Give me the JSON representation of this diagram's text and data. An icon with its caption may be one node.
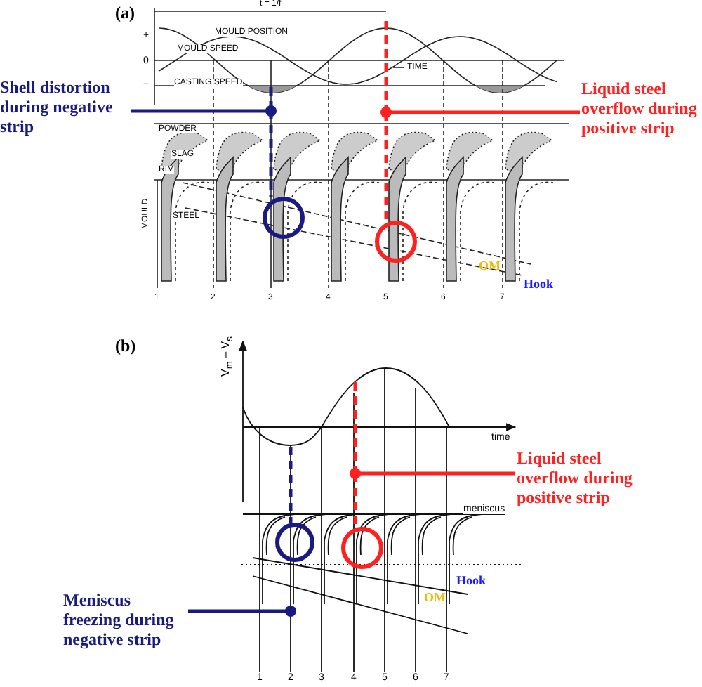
{
  "diagram": {
    "nodes": [
      {
        "text": [
          "Shell distortion during negative strip"
        ]
      },
      {
        "text": [],
        "shape": "circle"
      },
      {
        "text": [
          "Liquid steel overflow during positive strip"
        ]
      },
      {
        "text": [],
        "shape": "circle"
      },
      {
        "text": [
          "Liquid steel overflow during positive strip"
        ]
      },
      {
        "text": [],
        "shape": "circle"
      },
      {
        "text": [
          "Meniscus freezing during negative strip"
        ]
      },
      {
        "text": [],
        "shape": "circle"
      }
    ],
    "edges": [
      {
        "from": 0,
        "to": 1,
        "arrow": "none",
        "style": "dashed",
        "color": "#1a1a80"
      },
      {
        "from": 2,
        "to": 3,
        "arrow": "none",
        "style": "dashed",
        "color": "#ff2020"
      },
      {
        "from": 4,
        "to": 5,
        "arrow": "none",
        "style": "dashed",
        "color": "#ff2020"
      },
      {
        "from": 6,
        "to": null,
        "arrow": "other",
        "color": "#1a1a80"
      }
    ],
    "labels": [
      "(a)",
      "t = 1/f",
      "MOULD POSITION",
      "MOULD SPEED",
      "CASTING SPEED",
      "TIME",
      "+",
      "0",
      "−",
      "POWDER",
      "SLAG",
      "RIM",
      "STEEL",
      "MOULD",
      "OM",
      "Hook",
      "1",
      "2",
      "3",
      "4",
      "5",
      "6",
      "7",
      "(b)",
      "V$_{m}$ – V$_{s}$",
      "time",
      "meniscus",
      "Hook",
      "OM",
      "1",
      "2",
      "3",
      "4",
      "5",
      "6",
      "7"
    ]
  }
}
